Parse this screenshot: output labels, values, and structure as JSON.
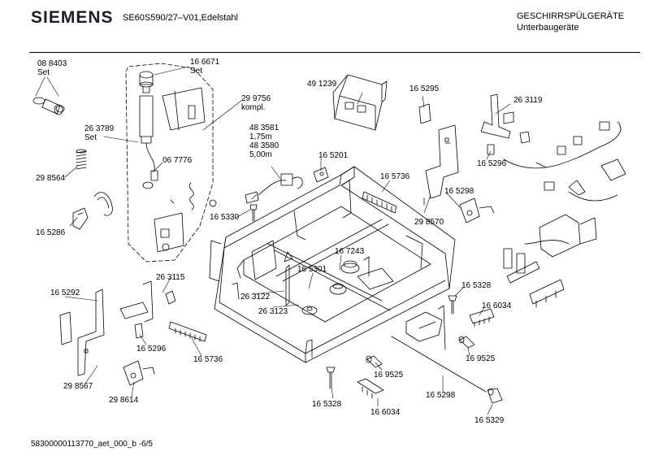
{
  "header": {
    "brand": "SIEMENS",
    "model": "SE60S590/27–V01,Edelstahl",
    "category_line1": "GESCHIRRSPÜLGERÄTE",
    "category_line2": "Unterbaugeräte"
  },
  "footer": {
    "doc_id": "58300000113770_aet_000_b",
    "page": "-6/5"
  },
  "parts": [
    {
      "id": "p1",
      "lines": [
        "08 8403",
        "Set"
      ]
    },
    {
      "id": "p2",
      "lines": [
        "16 6671",
        "Set"
      ]
    },
    {
      "id": "p3",
      "lines": [
        "29 9756",
        "kompl."
      ]
    },
    {
      "id": "p4",
      "lines": [
        "49 1239"
      ]
    },
    {
      "id": "p5",
      "lines": [
        "16 5295"
      ]
    },
    {
      "id": "p6",
      "lines": [
        "26 3119"
      ]
    },
    {
      "id": "p7",
      "lines": [
        "26 3789",
        "Set"
      ]
    },
    {
      "id": "p8",
      "lines": [
        "48 3581",
        "1,75m"
      ]
    },
    {
      "id": "p9",
      "lines": [
        "48 3580",
        "5,00m"
      ]
    },
    {
      "id": "p10",
      "lines": [
        "16 5201"
      ]
    },
    {
      "id": "p11",
      "lines": [
        "16 5296"
      ]
    },
    {
      "id": "p12",
      "lines": [
        "06 7776"
      ]
    },
    {
      "id": "p13",
      "lines": [
        "16 5736"
      ]
    },
    {
      "id": "p14",
      "lines": [
        "29 8564"
      ]
    },
    {
      "id": "p15",
      "lines": [
        "16 5298"
      ]
    },
    {
      "id": "p16",
      "lines": [
        "16 5330"
      ]
    },
    {
      "id": "p17",
      "lines": [
        "29 8570"
      ]
    },
    {
      "id": "p18",
      "lines": [
        "16 5286"
      ]
    },
    {
      "id": "p19",
      "lines": [
        "16 7243"
      ]
    },
    {
      "id": "p20",
      "lines": [
        "16 5301"
      ]
    },
    {
      "id": "p21",
      "lines": [
        "26 3115"
      ]
    },
    {
      "id": "p22",
      "lines": [
        "16 5292"
      ]
    },
    {
      "id": "p23",
      "lines": [
        "26 3122"
      ]
    },
    {
      "id": "p24",
      "lines": [
        "16 5328"
      ]
    },
    {
      "id": "p25",
      "lines": [
        "26 3123"
      ]
    },
    {
      "id": "p26",
      "lines": [
        "16 6034"
      ]
    },
    {
      "id": "p27",
      "lines": [
        "16 5296"
      ]
    },
    {
      "id": "p28",
      "lines": [
        "16 5736"
      ]
    },
    {
      "id": "p29",
      "lines": [
        "16 9525"
      ]
    },
    {
      "id": "p30",
      "lines": [
        "16 9525"
      ]
    },
    {
      "id": "p31",
      "lines": [
        "29 8567"
      ]
    },
    {
      "id": "p32",
      "lines": [
        "16 5298"
      ]
    },
    {
      "id": "p33",
      "lines": [
        "29 8614"
      ]
    },
    {
      "id": "p34",
      "lines": [
        "16 5328"
      ]
    },
    {
      "id": "p35",
      "lines": [
        "16 6034"
      ]
    },
    {
      "id": "p36",
      "lines": [
        "16 5329"
      ]
    }
  ]
}
